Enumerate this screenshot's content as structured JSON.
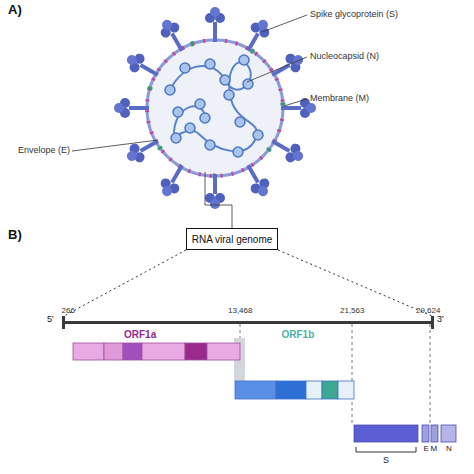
{
  "diagram": {
    "nodes": [
      {
        "text": [
          "RNA viral genome"
        ]
      }
    ],
    "labels": [
      "A)",
      "Spike glycoprotein (S)",
      "Nucleocapsid (N)",
      "Membrane (M)",
      "Envelope (E)",
      "B)",
      "5'",
      "266",
      "13,468",
      "21,563",
      "29,624",
      "3'",
      "ORF1a",
      "ORF1b",
      "S",
      "E",
      "M",
      "N"
    ]
  }
}
